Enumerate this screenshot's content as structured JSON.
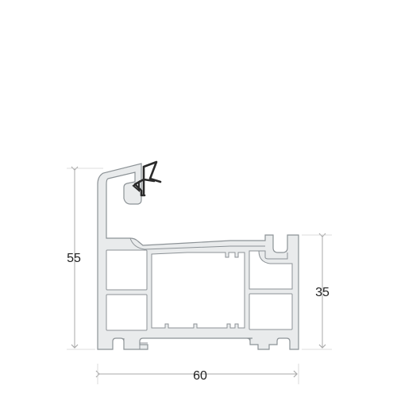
{
  "dimensions": {
    "height_overall": "55",
    "height_right": "35",
    "width": "60"
  },
  "colors": {
    "profile_fill": "#e9ebec",
    "profile_stroke": "#8c9296",
    "chamber_fill": "#ffffff",
    "gasket_stroke": "#2b2b2b",
    "dim_line": "#a9a9a9"
  }
}
